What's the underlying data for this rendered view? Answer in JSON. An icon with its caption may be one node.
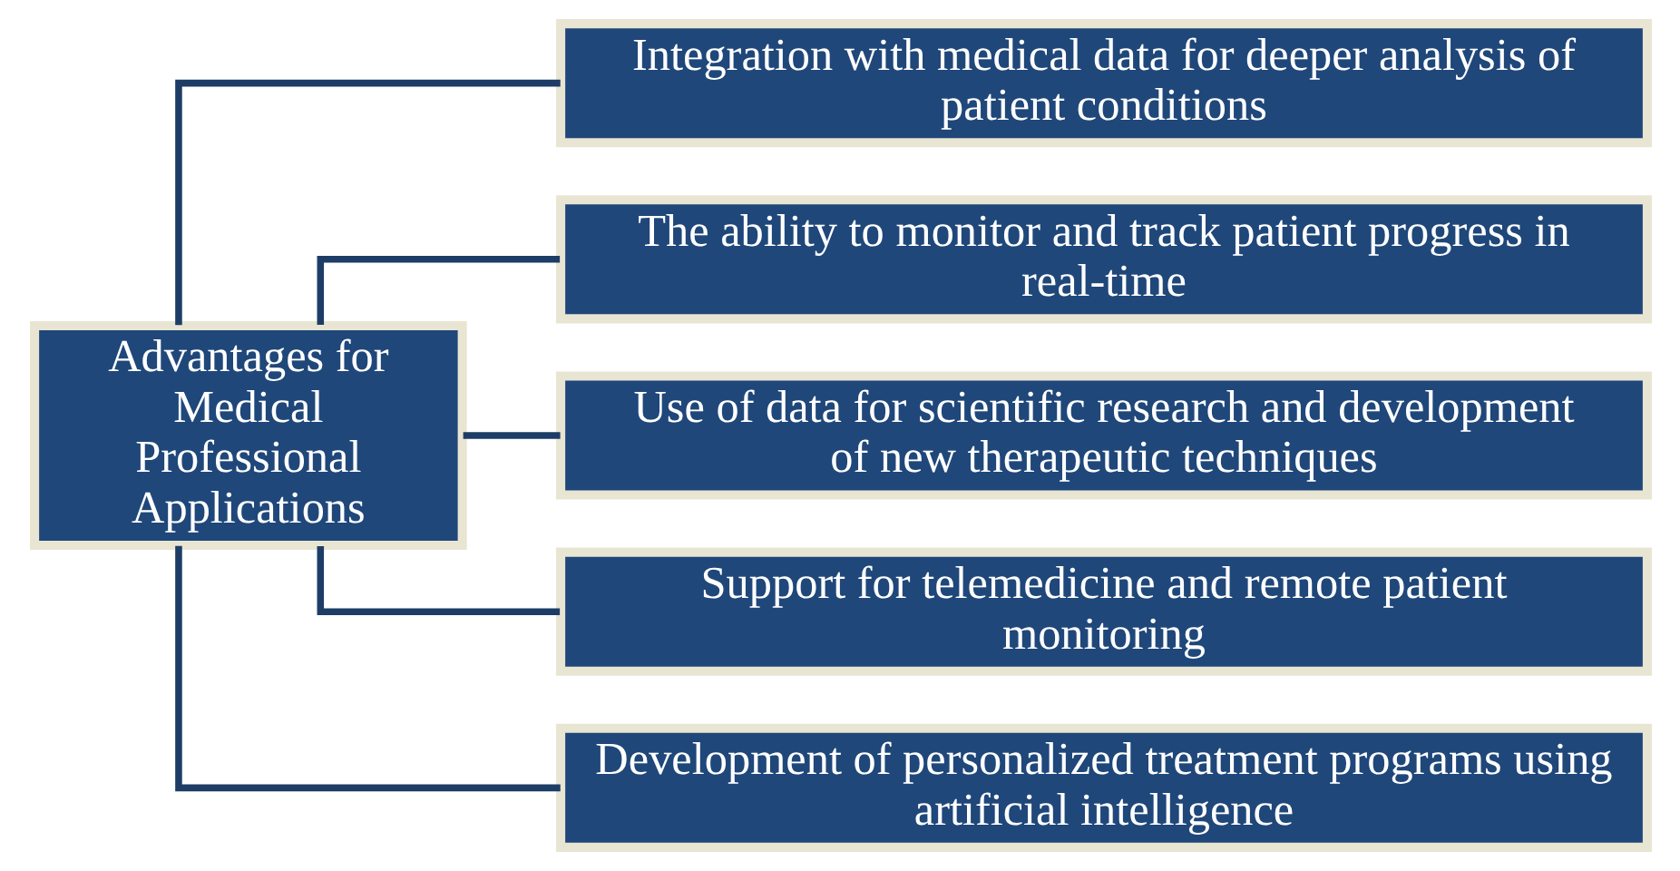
{
  "diagram": {
    "nodes": [
      {
        "text": [
          "Advantages for Medical Professional Applications"
        ]
      },
      {
        "text": [
          "Integration with medical data for deeper analysis of patient conditions"
        ]
      },
      {
        "text": [
          "The ability to monitor and track patient progress in real-time"
        ]
      },
      {
        "text": [
          "Use of data for scientific research and development of new therapeutic techniques"
        ]
      },
      {
        "text": [
          "Support for telemedicine and remote patient monitoring"
        ]
      },
      {
        "text": [
          "Development of personalized treatment programs using artificial intelligence"
        ]
      }
    ],
    "edges": [
      {
        "from": 0,
        "to": 1,
        "arrow": "none"
      },
      {
        "from": 0,
        "to": 2,
        "arrow": "none"
      },
      {
        "from": 0,
        "to": 3,
        "arrow": "none"
      },
      {
        "from": 0,
        "to": 4,
        "arrow": "none"
      },
      {
        "from": 0,
        "to": 5,
        "arrow": "none"
      }
    ]
  }
}
